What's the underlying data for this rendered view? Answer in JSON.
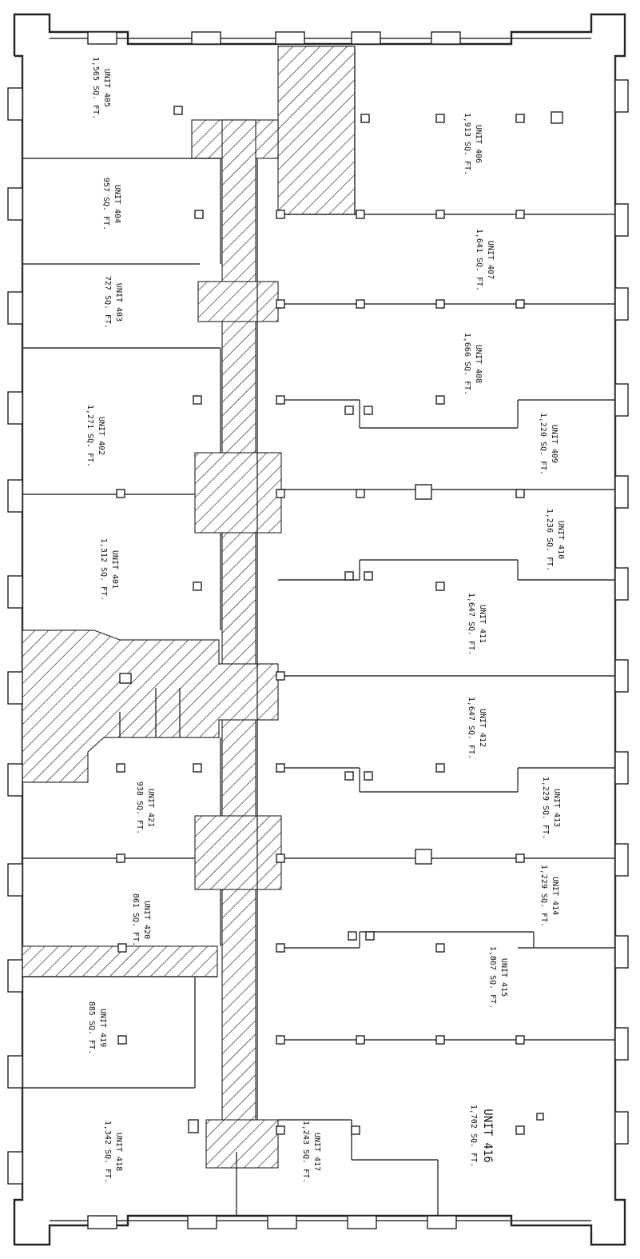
{
  "units": [
    {
      "id": "u405",
      "unit": "UNIT 405",
      "area": "1,565 SQ. FT."
    },
    {
      "id": "u404",
      "unit": "UNIT 404",
      "area": "957 SQ. FT."
    },
    {
      "id": "u403",
      "unit": "UNIT 403",
      "area": "727 SQ. FT."
    },
    {
      "id": "u402",
      "unit": "UNIT 402",
      "area": "1,271 SQ. FT."
    },
    {
      "id": "u401",
      "unit": "UNIT 401",
      "area": "1,312 SQ. FT."
    },
    {
      "id": "u421",
      "unit": "UNIT 421",
      "area": "938 SQ. FT."
    },
    {
      "id": "u420",
      "unit": "UNIT 420",
      "area": "861 SQ. FT."
    },
    {
      "id": "u419",
      "unit": "UNIT 419",
      "area": "885 SQ. FT."
    },
    {
      "id": "u418",
      "unit": "UNIT 418",
      "area": "1,342 SQ. FT."
    },
    {
      "id": "u417",
      "unit": "UNIT 417",
      "area": "1,243 SQ. FT."
    },
    {
      "id": "u416",
      "unit": "UNIT 416",
      "area": "1,702 SQ. FT."
    },
    {
      "id": "u415",
      "unit": "UNIT 415",
      "area": "1,867 SQ. FT."
    },
    {
      "id": "u414",
      "unit": "UNIT 414",
      "area": "1,229 SQ. FT."
    },
    {
      "id": "u413",
      "unit": "UNIT 413",
      "area": "1,229 SQ. FT."
    },
    {
      "id": "u412",
      "unit": "UNIT 412",
      "area": "1,647 SQ. FT."
    },
    {
      "id": "u411",
      "unit": "UNIT 411",
      "area": "1,647 SQ. FT."
    },
    {
      "id": "u410",
      "unit": "UNIT 410",
      "area": "1,236 SQ. FT."
    },
    {
      "id": "u409",
      "unit": "UNIT 409",
      "area": "1,220 SQ. FT."
    },
    {
      "id": "u408",
      "unit": "UNIT 408",
      "area": "1,666 SQ. FT."
    },
    {
      "id": "u407",
      "unit": "UNIT 407",
      "area": "1,641 SQ. FT."
    },
    {
      "id": "u406",
      "unit": "UNIT 406",
      "area": "1,913 SQ. FT."
    }
  ]
}
